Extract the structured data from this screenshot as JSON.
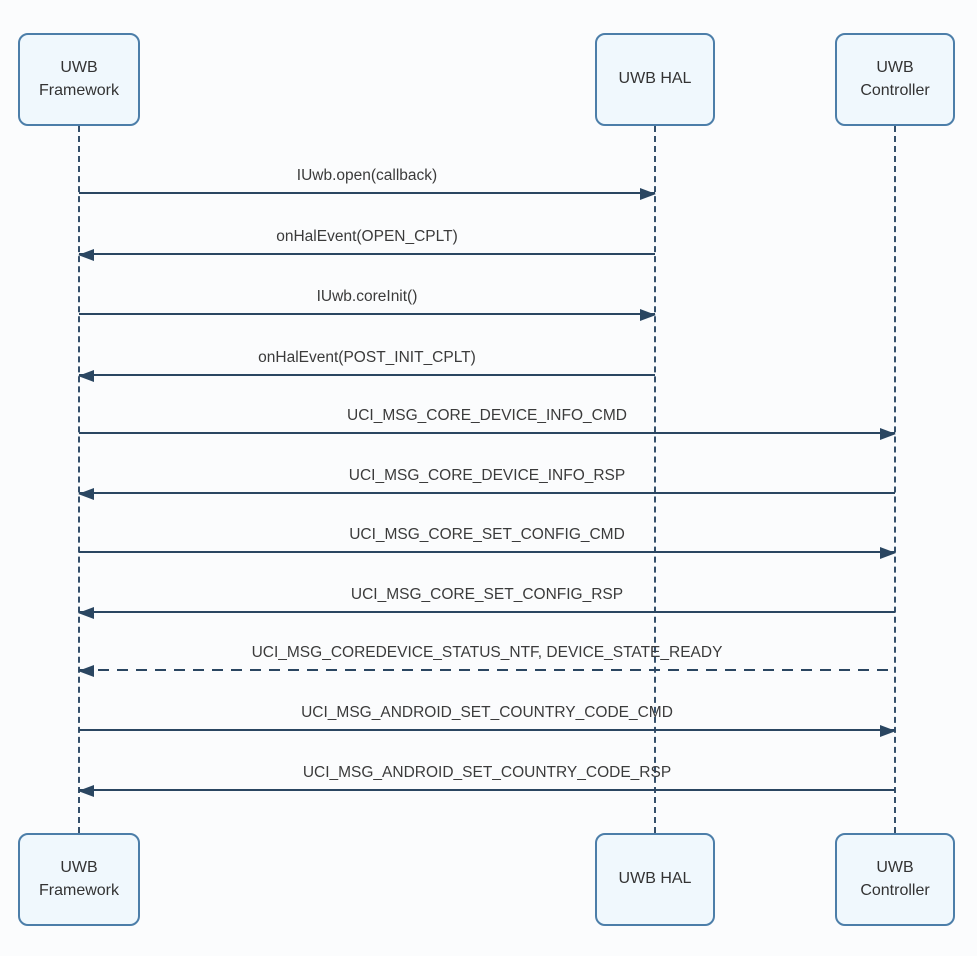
{
  "diagram": {
    "type": "sequence",
    "actors": [
      {
        "id": "uwb-framework",
        "label": "UWB\nFramework"
      },
      {
        "id": "uwb-hal",
        "label": "UWB HAL"
      },
      {
        "id": "uwb-controller",
        "label": "UWB\nController"
      }
    ],
    "messages": [
      {
        "label": "IUwb.open(callback)",
        "from": "uwb-framework",
        "to": "uwb-hal",
        "line": "solid"
      },
      {
        "label": "onHalEvent(OPEN_CPLT)",
        "from": "uwb-hal",
        "to": "uwb-framework",
        "line": "solid"
      },
      {
        "label": "IUwb.coreInit()",
        "from": "uwb-framework",
        "to": "uwb-hal",
        "line": "solid"
      },
      {
        "label": "onHalEvent(POST_INIT_CPLT)",
        "from": "uwb-hal",
        "to": "uwb-framework",
        "line": "solid"
      },
      {
        "label": "UCI_MSG_CORE_DEVICE_INFO_CMD",
        "from": "uwb-framework",
        "to": "uwb-controller",
        "line": "solid"
      },
      {
        "label": "UCI_MSG_CORE_DEVICE_INFO_RSP",
        "from": "uwb-controller",
        "to": "uwb-framework",
        "line": "solid"
      },
      {
        "label": "UCI_MSG_CORE_SET_CONFIG_CMD",
        "from": "uwb-framework",
        "to": "uwb-controller",
        "line": "solid"
      },
      {
        "label": "UCI_MSG_CORE_SET_CONFIG_RSP",
        "from": "uwb-controller",
        "to": "uwb-framework",
        "line": "solid"
      },
      {
        "label": "UCI_MSG_COREDEVICE_STATUS_NTF, DEVICE_STATE_READY",
        "from": "uwb-controller",
        "to": "uwb-framework",
        "line": "dashed"
      },
      {
        "label": "UCI_MSG_ANDROID_SET_COUNTRY_CODE_CMD",
        "from": "uwb-framework",
        "to": "uwb-controller",
        "line": "solid"
      },
      {
        "label": "UCI_MSG_ANDROID_SET_COUNTRY_CODE_RSP",
        "from": "uwb-controller",
        "to": "uwb-framework",
        "line": "solid"
      }
    ],
    "colors": {
      "arrow": "#2a4661",
      "lifeline": "#35506b",
      "actor_border": "#4c7ea9",
      "actor_fill": "#f0f8fd",
      "background": "#fbfcfd",
      "text": "#3b3b3b"
    }
  }
}
